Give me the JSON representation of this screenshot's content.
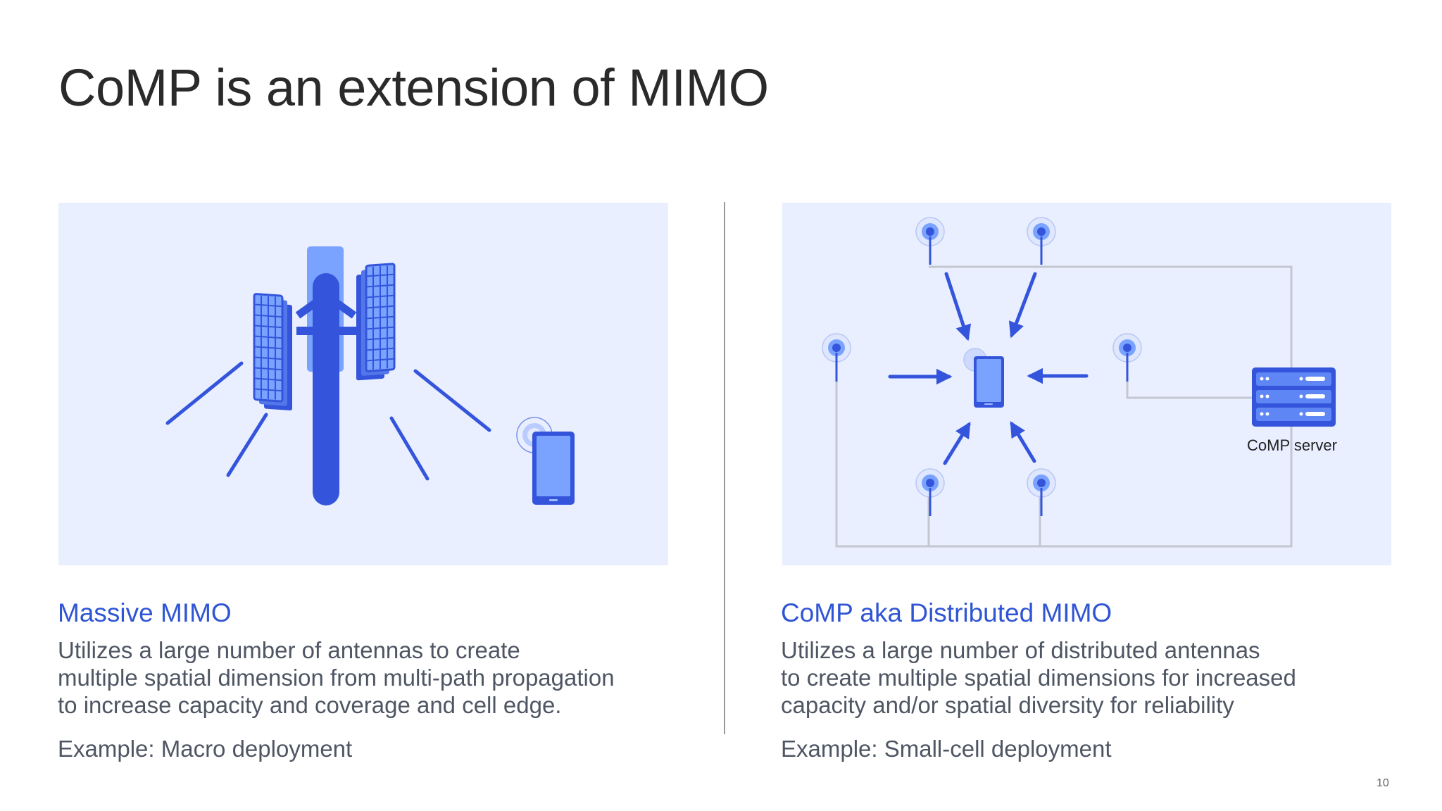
{
  "slide": {
    "title": "CoMP is an extension of MIMO",
    "page_number": "10"
  },
  "left": {
    "heading": "Massive MIMO",
    "description_lines": [
      "Utilizes a large number of antennas to create",
      "multiple spatial dimension from multi-path propagation",
      "to increase capacity and coverage and cell edge."
    ],
    "example": "Example: Macro deployment",
    "illustration": [
      "cell-tower-icon",
      "antenna-panel-icon",
      "signal-beam",
      "smartphone-icon",
      "signal-ripple-icon"
    ]
  },
  "right": {
    "heading": "CoMP aka Distributed MIMO",
    "description_lines": [
      "Utilizes a large number of distributed antennas",
      "to create multiple spatial dimensions for increased",
      "capacity and/or spatial diversity for reliability"
    ],
    "example": "Example: Small-cell deployment",
    "server_label": "CoMP server",
    "illustration": [
      "antenna-node-icon",
      "arrow-icon",
      "smartphone-icon",
      "server-icon",
      "backhaul-line"
    ]
  },
  "colors": {
    "accent_blue": "#2f55d4",
    "icon_blue": "#3455db",
    "light_blue": "#7aa2ff",
    "panel_background": "#e9efff",
    "connector_gray": "#c2c7d0"
  }
}
